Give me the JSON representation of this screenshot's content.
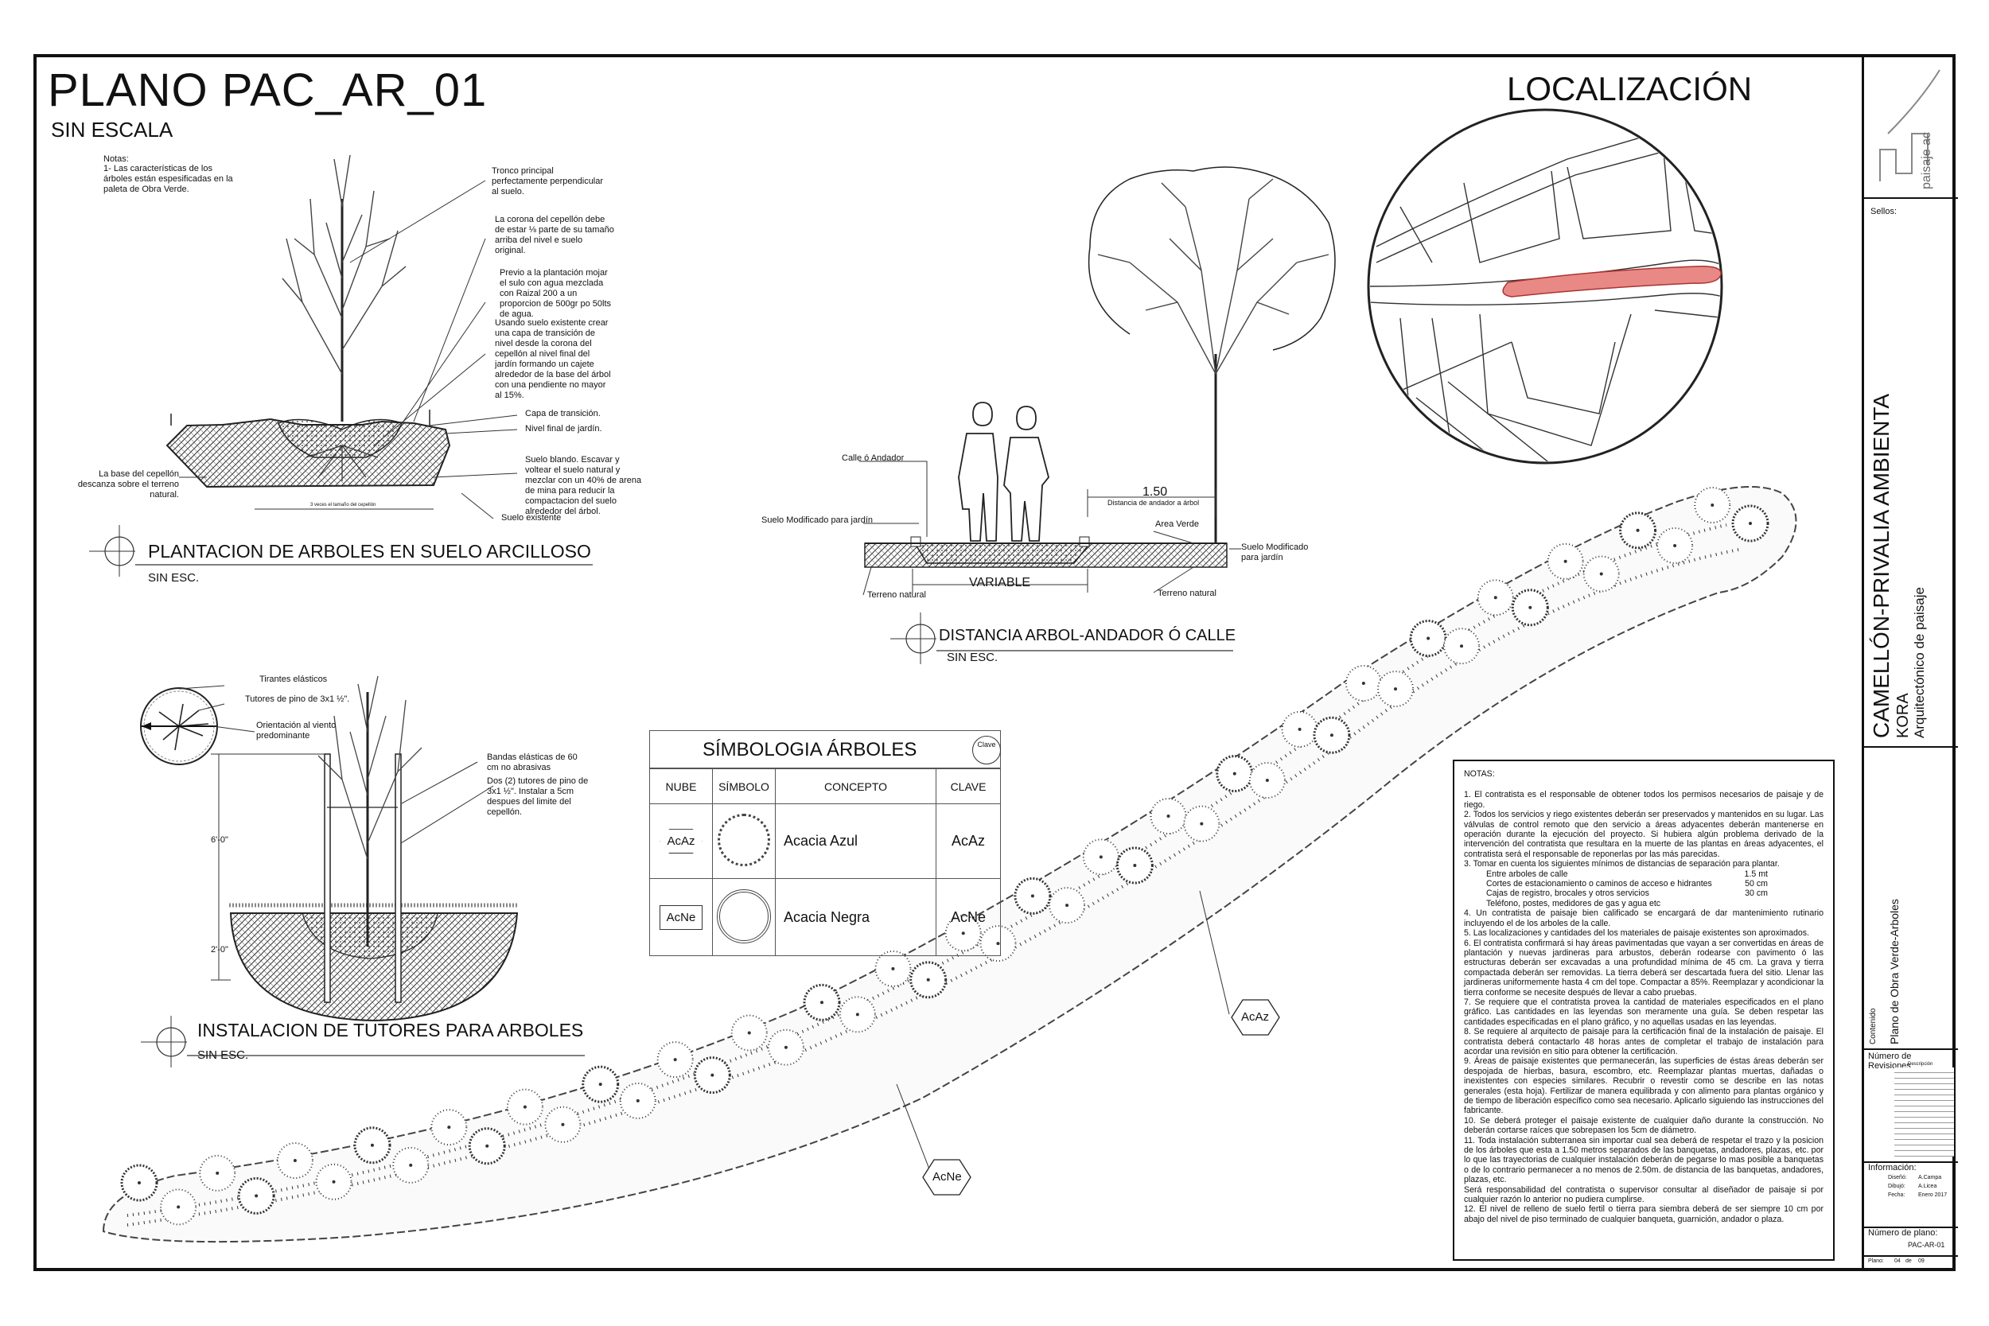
{
  "title": "PLANO PAC_AR_01",
  "scale": "SIN ESCALA",
  "localizacion": "LOCALIZACIÓN",
  "section1": {
    "title": "PLANTACION DE ARBOLES EN SUELO ARCILLOSO",
    "scale": "SIN ESC.",
    "notes_header": "Notas:",
    "notes_text": "1- Las características de los árboles están espesificadas en la paleta de Obra Verde.",
    "labels": {
      "tronco": "Tronco principal perfectamente perpendicular al suelo.",
      "corona": "La corona del cepellón debe de estar ⅛ parte de su tamaño arriba del nivel e suelo original.",
      "previo": "Previo a la plantación mojar el sulo con agua mezclada con Raizal 200 a un proporcion de 500gr po 50lts de agua.",
      "usando": "Usando suelo existente crear una capa de transición de nivel desde la corona del cepellón al nivel final del jardín formando un cajete alrededor de la base del árbol con una pendiente no mayor al 15%.",
      "capa": "Capa de transición.",
      "nivel": "Nivel final de jardín.",
      "blando": "Suelo blando. Escavar y voltear el suelo natural y mezclar con un 40% de arena de mina para reducir la compactacion del suelo alrededor del árbol.",
      "base": "La base del cepellón descanza sobre el terreno natural.",
      "existente": "Suelo existente",
      "ancho": "3 veces el tamaño del cepellón"
    }
  },
  "section2": {
    "title": "INSTALACION DE TUTORES PARA ARBOLES",
    "scale": "SIN ESC.",
    "labels": {
      "tirantes": "Tirantes elásticos",
      "tutores": "Tutores de pino de 3x1 ½\".",
      "orientacion": "Orientación al viento predominante",
      "bandas": "Bandas elásticas de 60 cm no abrasivas",
      "dos": "Dos (2) tutores de pino de 3x1 ½\". Instalar a 5cm despues del limite del cepellón.",
      "h1": "6'-0\"",
      "h2": "2'-0\""
    }
  },
  "section3": {
    "title": "DISTANCIA ARBOL-ANDADOR Ó CALLE",
    "scale": "SIN ESC.",
    "labels": {
      "calle": "Calle ó  Andador",
      "suelo_mod": "Suelo Modificado para jardín",
      "variable": "VARIABLE",
      "terreno1": "Terreno natural",
      "terreno2": "Terreno natural",
      "dim": "1.50",
      "dist": "Distancia de andador a árbol",
      "area": "Area Verde",
      "suelo_mod2": "Suelo Modificado para jardín"
    }
  },
  "simbologia": {
    "title": "SÍMBOLOGIA ÁRBOLES",
    "clave_badge": "Clave",
    "headers": [
      "NUBE",
      "SÍMBOLO",
      "CONCEPTO",
      "CLAVE"
    ],
    "rows": [
      {
        "nube": "AcAz",
        "concepto": "Acacia Azul",
        "clave": "AcAz"
      },
      {
        "nube": "AcNe",
        "concepto": "Acacia Negra",
        "clave": "AcNe"
      }
    ]
  },
  "plan_tags": {
    "acaz": "AcAz",
    "acne": "AcNe"
  },
  "notes": {
    "header": "NOTAS:",
    "n1": "1. El contratista es el responsable de obtener todos los permisos necesarios de paisaje y de riego.",
    "n2": "2. Todos los servicios y riego existentes deberán ser preservados y mantenidos en su lugar. Las válvulas de control remoto que den servicio a áreas adyacentes deberán mantenerse en operación durante la ejecución del proyecto. Si hubiera algún problema derivado de la intervención del contratista que resultara en la muerte de las plantas en áreas adyacentes, el contratista será el responsable de reponerlas por las más parecidas.",
    "n3": "3. Tomar en cuenta los siguientes mínimos de distancias de separación para plantar.",
    "d1a": "Entre arboles de calle",
    "d1b": "1.5 mt",
    "d2a": "Cortes de estacionamiento o caminos de acceso e hidrantes",
    "d2b": "50 cm",
    "d3a": "Cajas de registro, brocales y otros servicios",
    "d3b": "30 cm",
    "d4a": "Teléfono, postes, medidores de gas y agua  etc",
    "d4b": "",
    "n4": "4. Un contratista de paisaje bien calificado se encargará de dar mantenimiento rutinario incluyendo el de los arboles de la calle.",
    "n5": "5. Las localizaciones y cantidades del los materiales de paisaje existentes son aproximados.",
    "n6": "6. El contratista confirmará si hay áreas pavimentadas que vayan a ser convertidas en áreas de plantación y nuevas jardineras para arbustos, deberán rodearse con pavimento ó las estructuras deberán ser excavadas a una profundidad mínima de 45 cm. La grava y tierra compactada deberán ser removidas. La tierra deberá ser descartada fuera del sitio. Llenar las jardineras uniformemente hasta 4 cm del tope. Compactar a 85%. Reemplazar y acondicionar la tierra conforme se necesite después de llevar a cabo pruebas.",
    "n7": "7. Se requiere que el contratista provea la cantidad de materiales especificados en el plano gráfico. Las cantidades en las leyendas son meramente una guía. Se deben respetar las cantidades especificadas en el plano gráfico, y no aquellas usadas en las leyendas.",
    "n8": "8. Se requiere al arquitecto de paisaje para la certificación final de la instalación de paisaje. El contratista deberá contactarlo 48 horas antes de completar el trabajo de instalación para acordar una revisión en sitio para obtener la certificación.",
    "n9": "9. Áreas de paisaje existentes que permanecerán, las superficies de éstas áreas deberán ser despojada de hierbas, basura, escombro, etc. Reemplazar plantas muertas, dañadas o inexistentes con especies similares. Recubrir o revestir como se describe en las notas generales (esta hoja). Fertilizar de manera equilibrada y con alimento para plantas orgánico y de tiempo de liberación específico como sea necesario. Aplicarlo siguiendo las instrucciones del fabricante.",
    "n10": "10. Se deberá proteger el paisaje existente de cualquier daño durante la construcción. No deberán cortarse raíces que sobrepasen los 5cm de diámetro.",
    "n11": "11. Toda instalación subterranea sin importar cual sea deberá de respetar el trazo y la posicion de los árboles que esta a 1.50 metros separados de las banquetas, andadores, plazas, etc. por lo que las trayectorias de cualquier instalación deberán de pegarse lo mas posible a banquetas o de lo contrario permanecer a no menos de 2.50m. de distancia de las banquetas, andadores, plazas, etc.",
    "n11b": "Será responsabilidad del contratista o supervisor consultar al diseñador de paisaje si por cualquier razón lo anterior no pudiera cumplirse.",
    "n12": "12. El nivel de relleno de suelo fertil o tierra para siembra deberá de ser siempre 10 cm por abajo del nivel de piso terminado de cualquier banqueta, guarnición, andador o plaza."
  },
  "sidebar": {
    "brand": "paisaje ac",
    "sellos": "Sellos:",
    "project": "CAMELLÓN-PRIVALIA AMBIENTA",
    "client": "KORA",
    "role": "Arquitectónico de paisaje",
    "contenido_label": "Contenido",
    "contenido": "Plano de Obra Verde-Arboles",
    "revisiones": "Número de Revisiones",
    "descripcion": "Descripción",
    "informacion": "Información:",
    "diseno_l": "Diseñó:",
    "diseno_v": "A.Campa",
    "dibujo_l": "Dibujó:",
    "dibujo_v": "A.Licea",
    "fecha_l": "Fecha:",
    "fecha_v": "Enero 2017",
    "numero_label": "Número de plano:",
    "numero": "PAC-AR-01",
    "plano_l": "Plano:",
    "plano_a": "04",
    "plano_de": "de",
    "plano_b": "09"
  }
}
